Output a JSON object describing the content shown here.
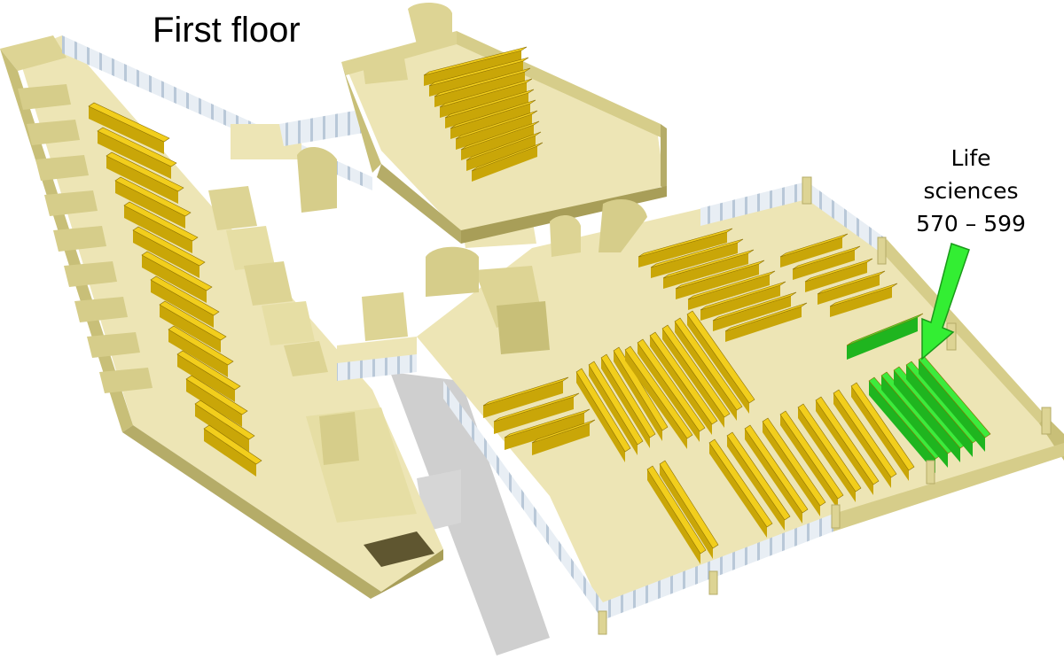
{
  "map": {
    "title": "First floor",
    "highlight": {
      "lines": [
        "Life",
        "sciences",
        "570 – 599"
      ]
    }
  },
  "colors": {
    "floor": "#EDE5B5",
    "wall_top": "#DDD494",
    "wall_side": "#C8BF78",
    "wall_dark": "#A89E58",
    "glass": "#D9E2EC",
    "shelf_top": "#F2CE1C",
    "shelf_side": "#C9A608",
    "shelf_edge": "#8A6E00",
    "highlight_shelf": "#3CEB3C",
    "highlight_side": "#1FB51F",
    "shadow": "#CFCFCF",
    "arrow": "#33EE33"
  }
}
